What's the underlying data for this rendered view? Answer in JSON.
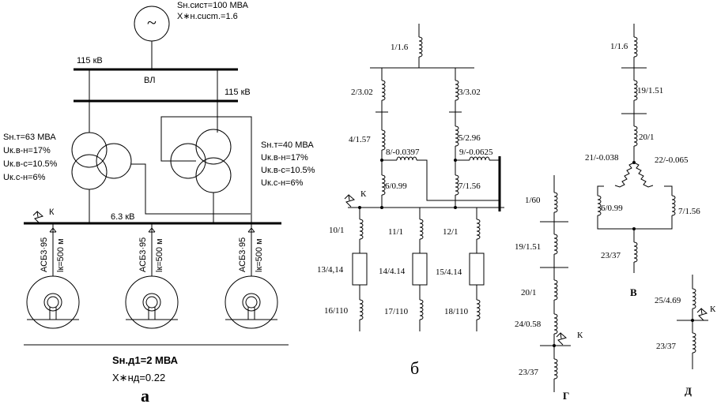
{
  "a": {
    "source_s": "Sн.сист=100 МВА",
    "source_x": "X∗н.cucm.=1.6",
    "source_symbol": "~",
    "bus_115_left": "115 кВ",
    "bus_115_right": "115 кВ",
    "line_label": "ВЛ",
    "t1": [
      "Sн.т=63 МВА",
      "Uк.в-н=17%",
      "Uк.в-с=10.5%",
      "Uк.с-н=6%"
    ],
    "t2": [
      "Sн.т=40 МВА",
      "Uк.в-н=17%",
      "Uк.в-с=10.5%",
      "Uк.с-н=6%"
    ],
    "bus_63": "6.3 кВ",
    "fault": "К",
    "cables": [
      {
        "type": "АСБ3·95",
        "len": "lк=500 м"
      },
      {
        "type": "АСБ3·95",
        "len": "lк=500 м"
      },
      {
        "type": "АСБ3·95",
        "len": "lк=500 м"
      }
    ],
    "motor_s": "Sн.д1=2 МВА",
    "motor_x": "X∗нд=0.22",
    "letter": "а"
  },
  "b": {
    "e1": "1/1.6",
    "e2": "2/3.02",
    "e3": "3/3.02",
    "e4": "4/1.57",
    "e5": "5/2.96",
    "e6": "6/0.99",
    "e7": "7/1.56",
    "e8": "8/-0.0397",
    "e9": "9/-0.0625",
    "fault": "К",
    "e10": "10/1",
    "e11": "11/1",
    "e12": "12/1",
    "e13": "13/4,14",
    "e14": "14/4.14",
    "e15": "15/4.14",
    "e16": "16/110",
    "e17": "17/110",
    "e18": "18/110",
    "letter": "б"
  },
  "v": {
    "e1": "1/1.6",
    "e19": "19/1.51",
    "e20": "20/1",
    "e21": "21/-0.038",
    "e22": "22/-0.065",
    "e6": "6/0.99",
    "e7": "7/1.56",
    "e23": "23/37",
    "letter": "В"
  },
  "g": {
    "e1": "1/60",
    "e19": "19/1.51",
    "e20": "20/1",
    "e24": "24/0.58",
    "fault": "К",
    "e23": "23/37",
    "letter": "Г"
  },
  "d": {
    "e25": "25/4.69",
    "fault": "К",
    "e23": "23/37",
    "letter": "Д"
  }
}
